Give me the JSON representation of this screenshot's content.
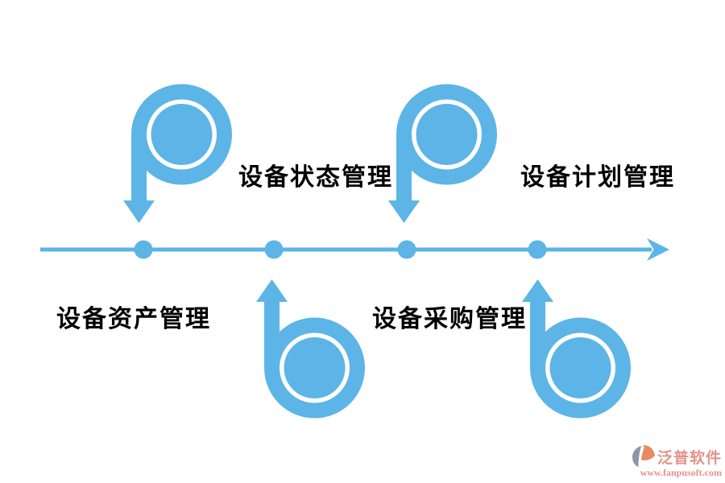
{
  "diagram": {
    "type": "timeline-process",
    "direction": "left-to-right",
    "node_count": 4,
    "items": [
      {
        "label": "设备状态管理",
        "row": "above-line",
        "arrow": "spiral-down"
      },
      {
        "label": "设备计划管理",
        "row": "above-line",
        "arrow": "spiral-down"
      },
      {
        "label": "设备资产管理",
        "row": "below-line",
        "arrow": "spiral-up"
      },
      {
        "label": "设备采购管理",
        "row": "below-line",
        "arrow": "spiral-up"
      }
    ]
  },
  "watermark": {
    "brand": "泛普软件",
    "url": "www.fanpusoft.com"
  },
  "colors": {
    "accent_blue": "#5CB5E6",
    "label_text": "#000000",
    "watermark_text": "#E2938A",
    "logo_gray_blue": "#8C96A8",
    "logo_orange": "#E78A5E"
  }
}
